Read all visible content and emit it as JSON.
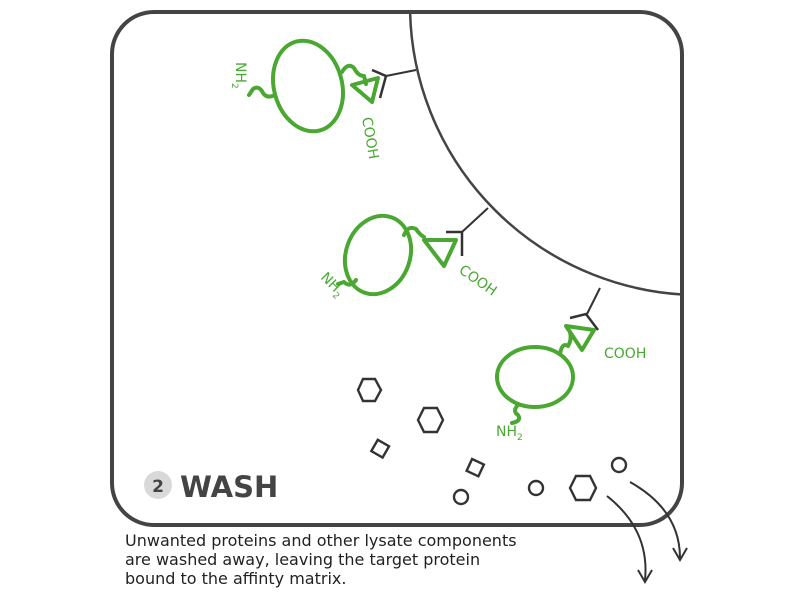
{
  "step": {
    "number": "2",
    "title": "WASH"
  },
  "labels": {
    "amino": "NH",
    "amino_sub": "2",
    "carboxyl": "COOH"
  },
  "caption": [
    "Unwanted proteins and other lysate components",
    "are washed away, leaving the target protein",
    "bound to the affinty matrix."
  ],
  "colors": {
    "protein": "#4aa832",
    "outline": "#444444",
    "badge": "#d9d9d9"
  }
}
